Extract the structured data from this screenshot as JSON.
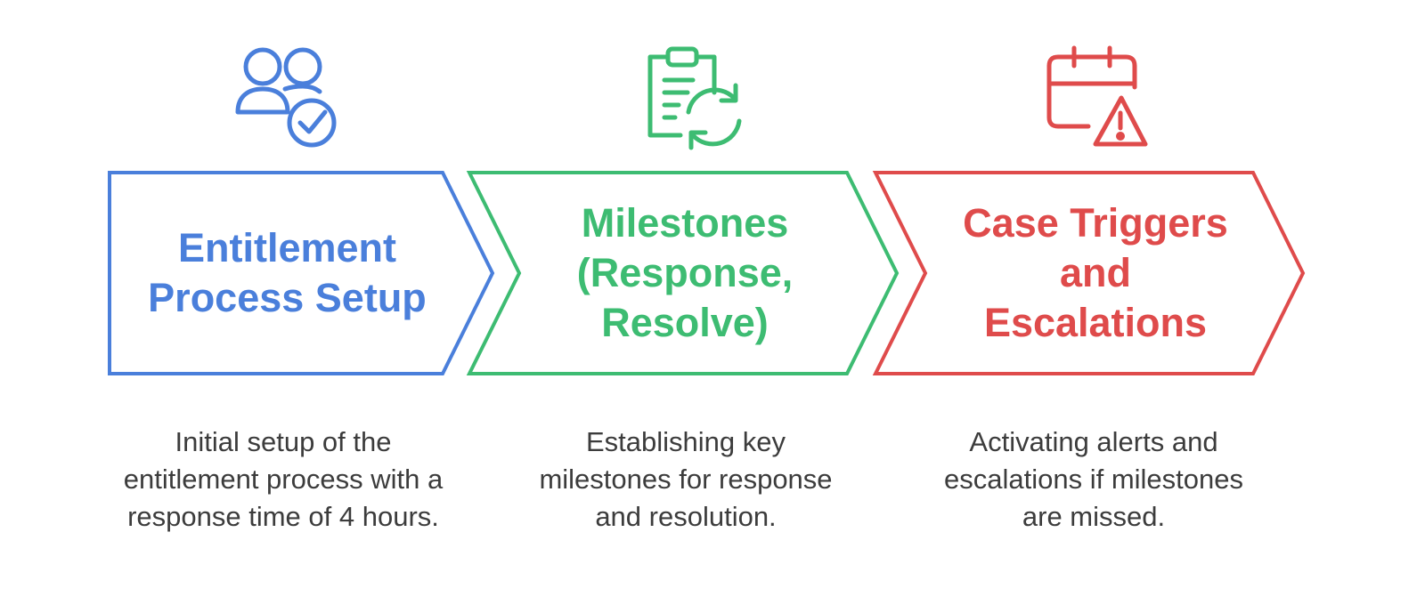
{
  "colors": {
    "blue": "#4A7FDB",
    "green": "#3DBC72",
    "red": "#DF4B4B",
    "description_text": "#3c3c3c"
  },
  "steps": [
    {
      "icon": "users-check-icon",
      "title": "Entitlement Process Setup",
      "description": "Initial setup of the entitlement process with a response time of 4 hours."
    },
    {
      "icon": "clipboard-refresh-icon",
      "title": "Milestones (Response, Resolve)",
      "description": "Establishing key milestones for response and resolution."
    },
    {
      "icon": "calendar-warning-icon",
      "title": "Case Triggers and Escalations",
      "description": "Activating alerts and escalations if milestones are missed."
    }
  ]
}
